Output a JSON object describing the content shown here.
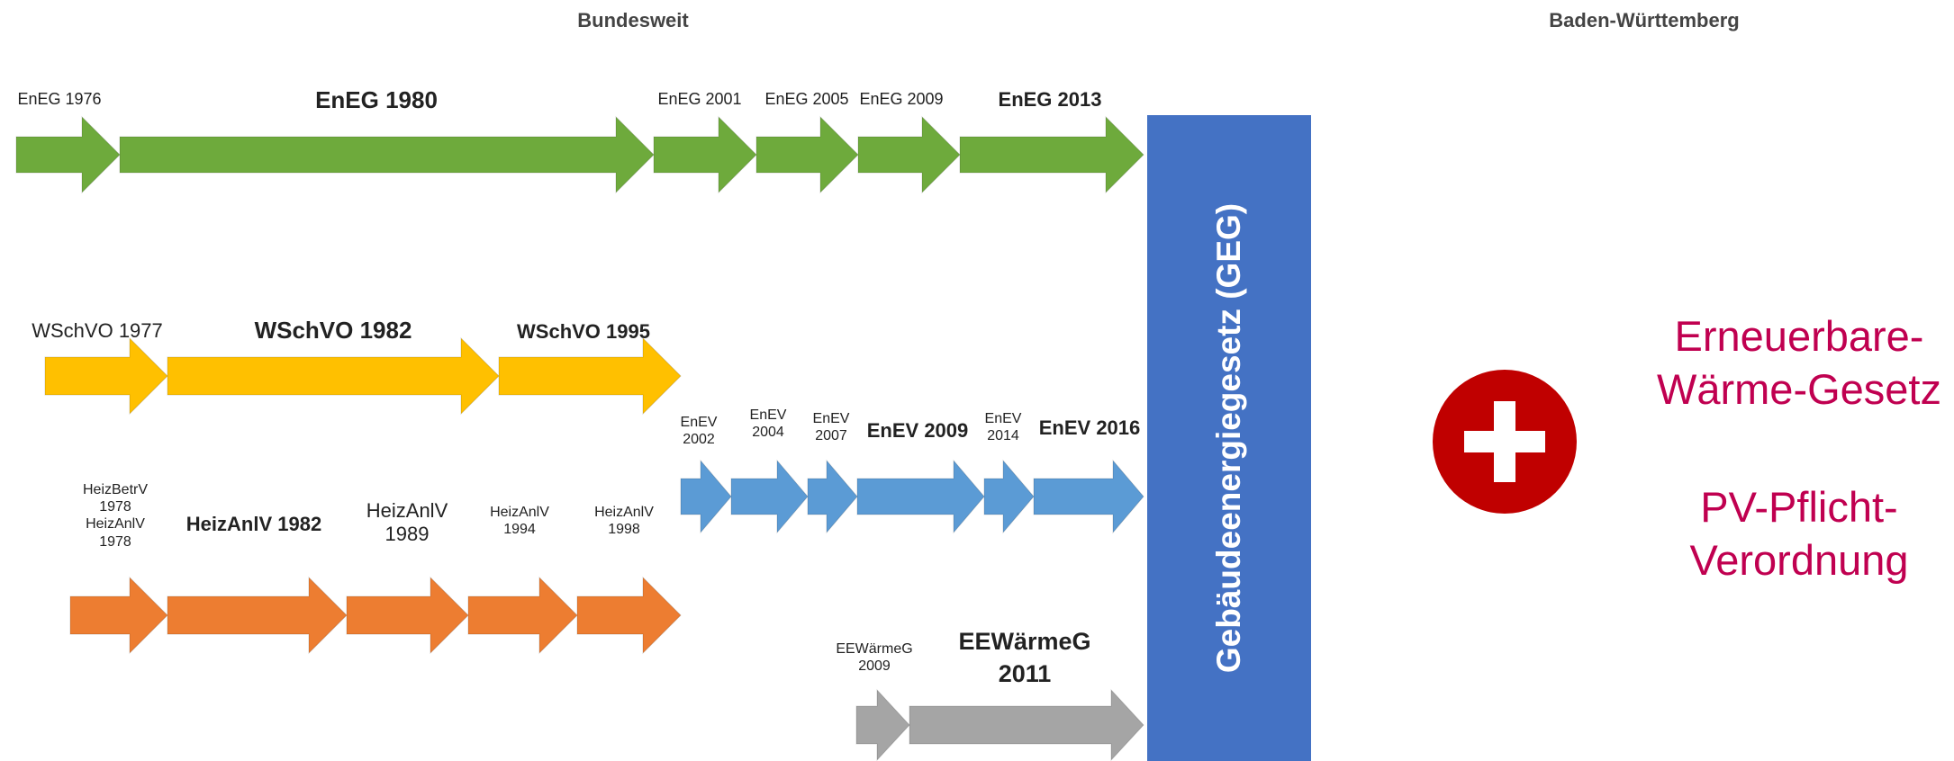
{
  "headers": {
    "federal": "Bundesweit",
    "state": "Baden-Württemberg"
  },
  "colors": {
    "eneg": "#6EAA3C",
    "wschvo": "#FFC000",
    "heizanlv": "#ED7D31",
    "enev": "#5B9BD5",
    "eewaermeg": "#A5A5A5",
    "geg": "#4472C4",
    "plus": "#C00000",
    "bw_text": "#C00050"
  },
  "eneg": {
    "l1976": "EnEG 1976",
    "l1980": "EnEG 1980",
    "l2001": "EnEG 2001",
    "l2005": "EnEG 2005",
    "l2009": "EnEG 2009",
    "l2013": "EnEG 2013"
  },
  "wschvo": {
    "l1977": "WSchVO 1977",
    "l1982": "WSchVO 1982",
    "l1995": "WSchVO 1995"
  },
  "heizanlv": {
    "l1978_a": "HeizBetrV",
    "l1978_b": "1978",
    "l1978_c": "HeizAnlV",
    "l1978_d": "1978",
    "l1982": "HeizAnlV 1982",
    "l1989_a": "HeizAnlV",
    "l1989_b": "1989",
    "l1994_a": "HeizAnlV",
    "l1994_b": "1994",
    "l1998_a": "HeizAnlV",
    "l1998_b": "1998"
  },
  "enev": {
    "l2002_a": "EnEV",
    "l2002_b": "2002",
    "l2004_a": "EnEV",
    "l2004_b": "2004",
    "l2007_a": "EnEV",
    "l2007_b": "2007",
    "l2009": "EnEV 2009",
    "l2014_a": "EnEV",
    "l2014_b": "2014",
    "l2016": "EnEV 2016"
  },
  "eewaermeg": {
    "l2009_a": "EEWärmeG",
    "l2009_b": "2009",
    "l2011_a": "EEWärmeG",
    "l2011_b": "2011"
  },
  "geg_label": "Gebäudeenergiegesetz (GEG)",
  "bw": {
    "line1": "Erneuerbare-",
    "line2": "Wärme-Gesetz",
    "line3": "PV-Pflicht-",
    "line4": "Verordnung"
  },
  "icons": {
    "plus": "plus-icon"
  }
}
